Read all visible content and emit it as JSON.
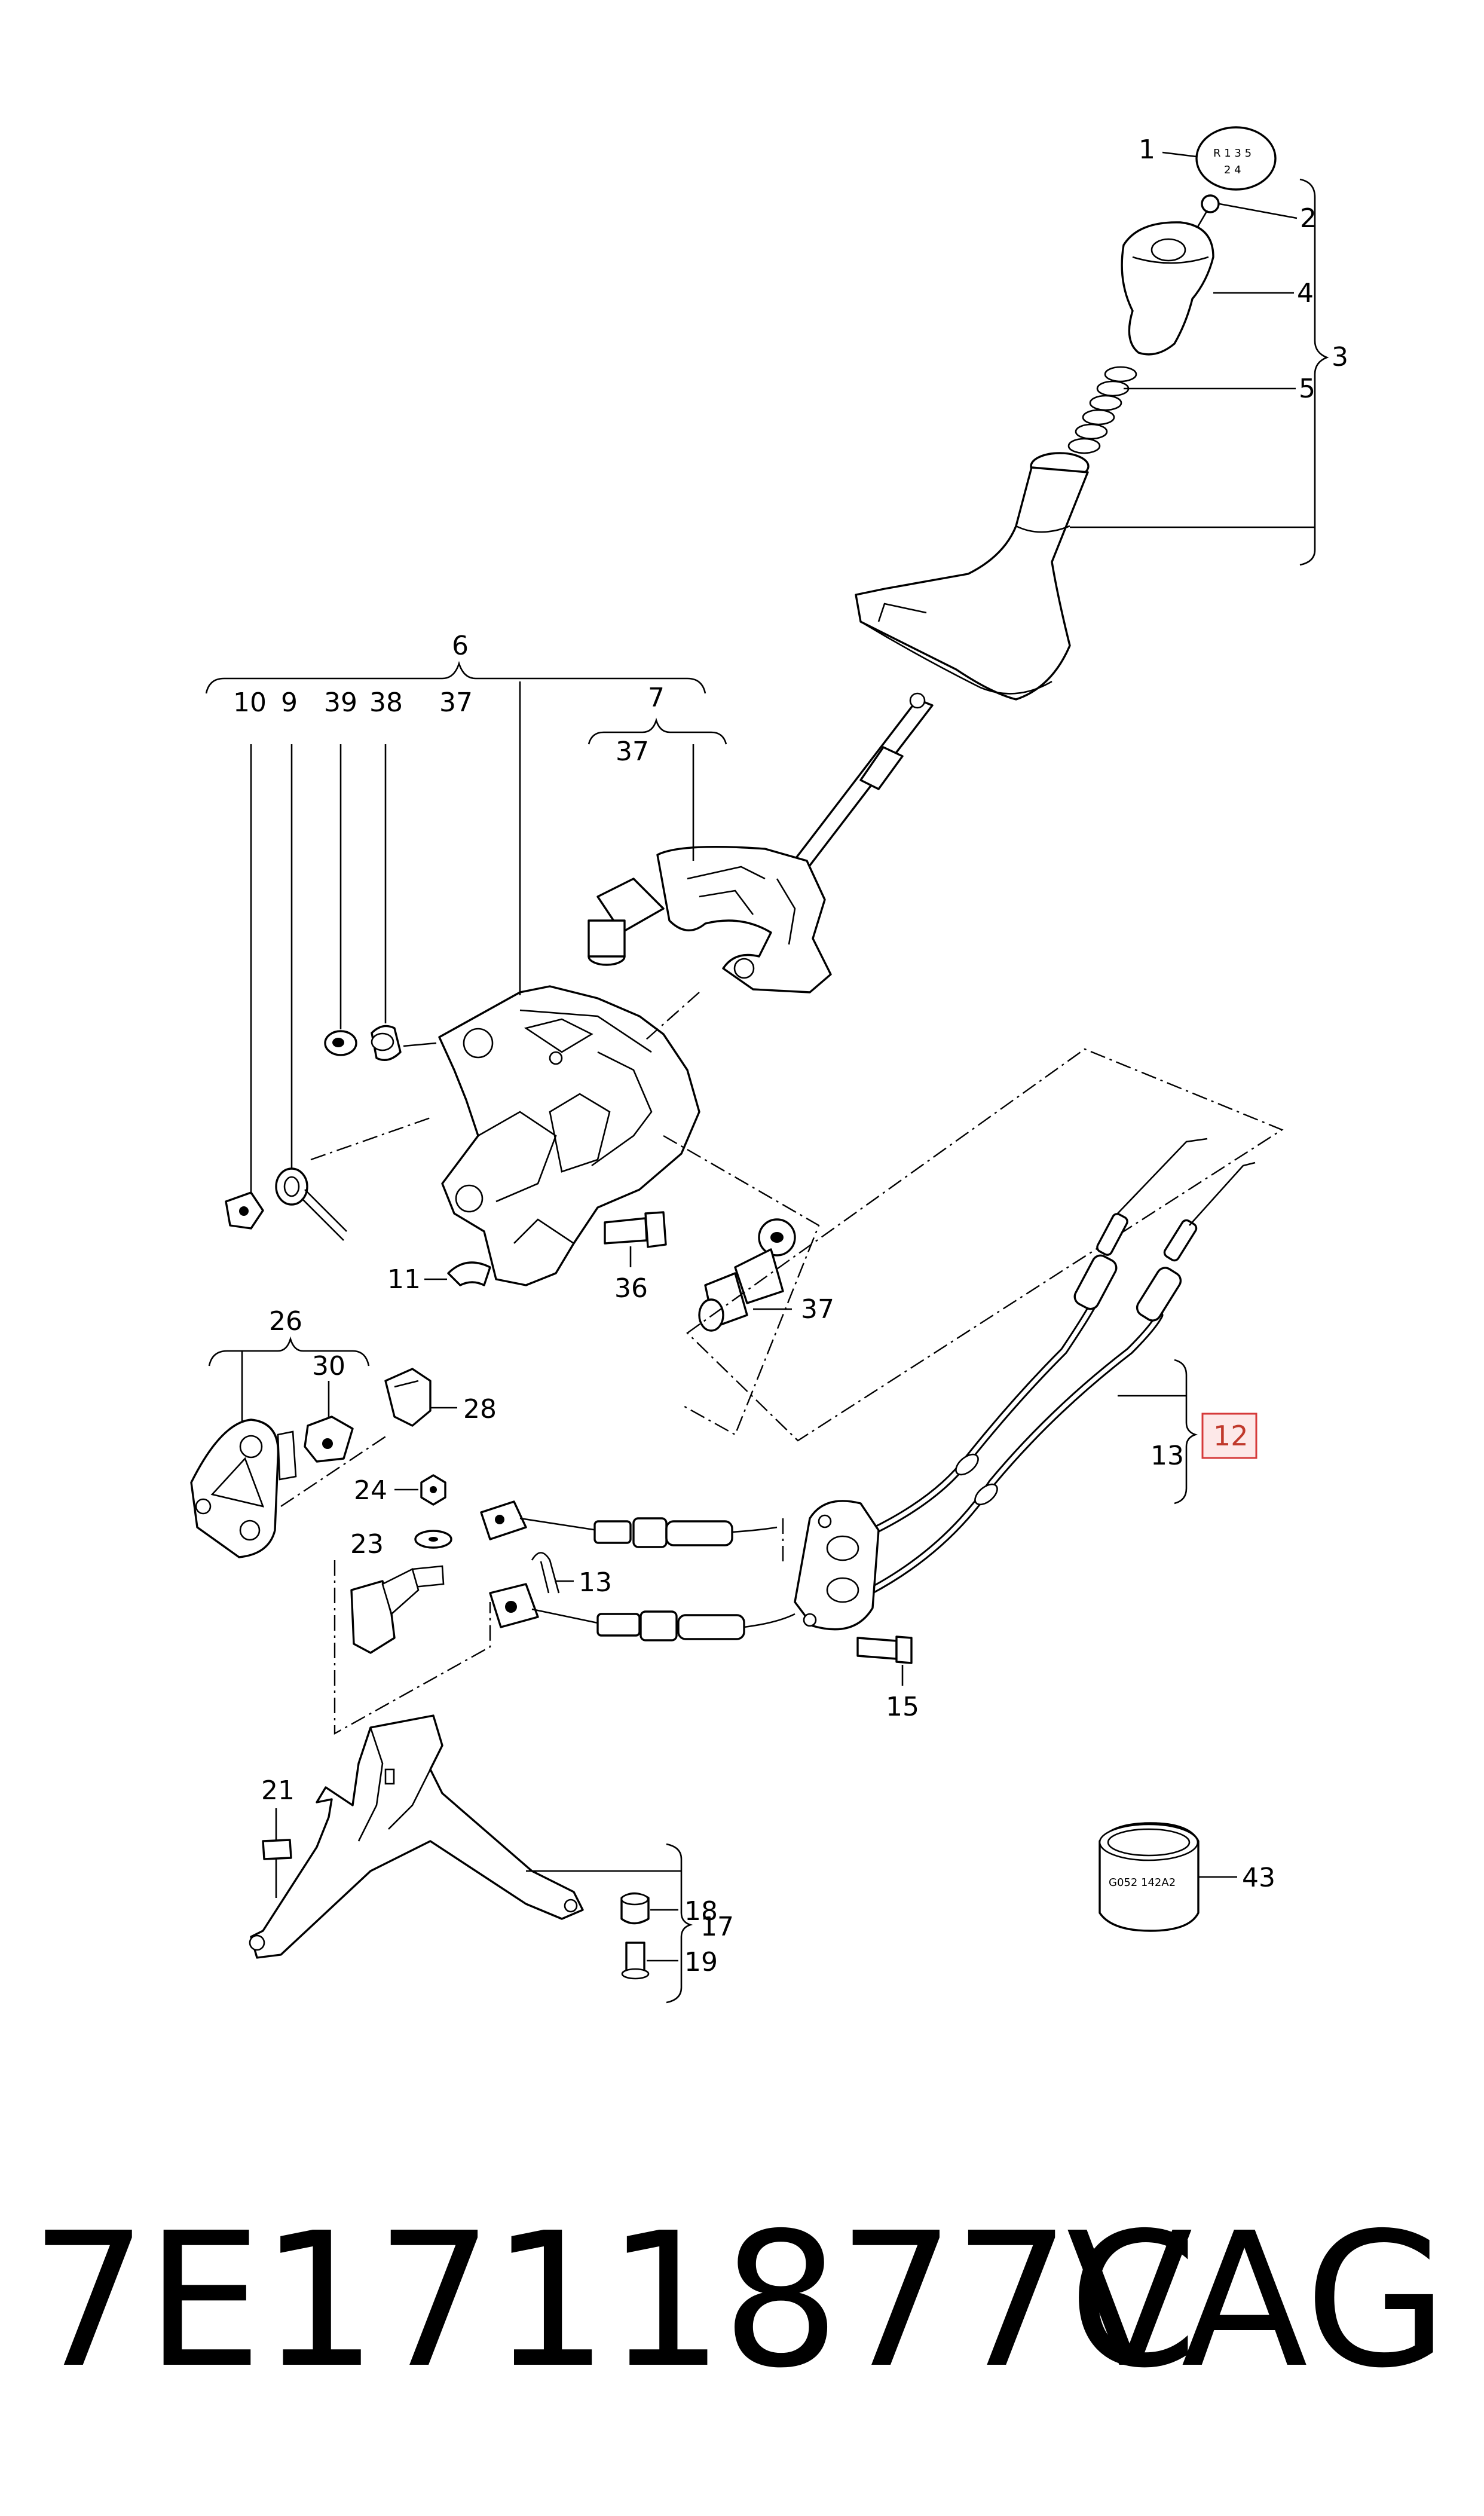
{
  "callouts": {
    "c1": "1",
    "c2": "2",
    "c3": "3",
    "c4": "4",
    "c5": "5",
    "c6": "6",
    "c7": "7",
    "c7_37": "37",
    "c10": "10",
    "c9": "9",
    "c39": "39",
    "c38": "38",
    "c37a": "37",
    "c11": "11",
    "c36": "36",
    "c37b": "37",
    "c12": "12",
    "c13a": "13",
    "c26": "26",
    "c30": "30",
    "c28": "28",
    "c24": "24",
    "c23": "23",
    "c13b": "13",
    "c15": "15",
    "c21": "21",
    "c18": "18",
    "c19": "19",
    "c17": "17",
    "c43": "43"
  },
  "knob_cap": {
    "top": "R 1 3 5",
    "bottom": "2 4"
  },
  "sleeve_stamp": "G052 142A2",
  "highlight_color": "#d63a3a",
  "footer": {
    "part_number": "7E1711877C",
    "brand": "VAG"
  }
}
